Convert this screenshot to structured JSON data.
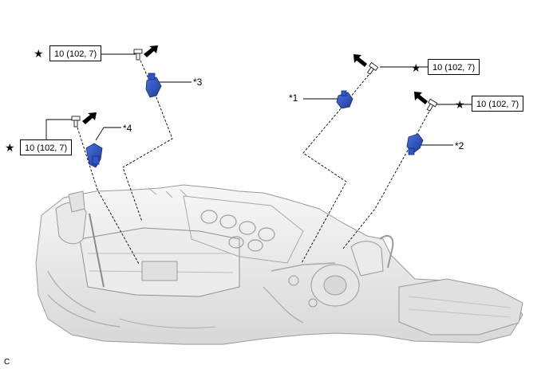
{
  "torque_spec": {
    "star_symbol": "★",
    "value": "10 (102, 7)"
  },
  "callouts": {
    "part1": "*1",
    "part2": "*2",
    "part3": "*3",
    "part4": "*4"
  },
  "figure_code": "C",
  "colors": {
    "sensor_blue": "#2f55c8",
    "sensor_blue_dark": "#1c3a9a",
    "engine_light": "#f2f2f2",
    "engine_shadow": "#c9c9c9",
    "engine_outline": "#9a9a9a",
    "leader": "#000000"
  },
  "icons": [
    "star-icon",
    "arrow-icon",
    "bolt-icon",
    "sensor-icon",
    "engine-illustration"
  ]
}
